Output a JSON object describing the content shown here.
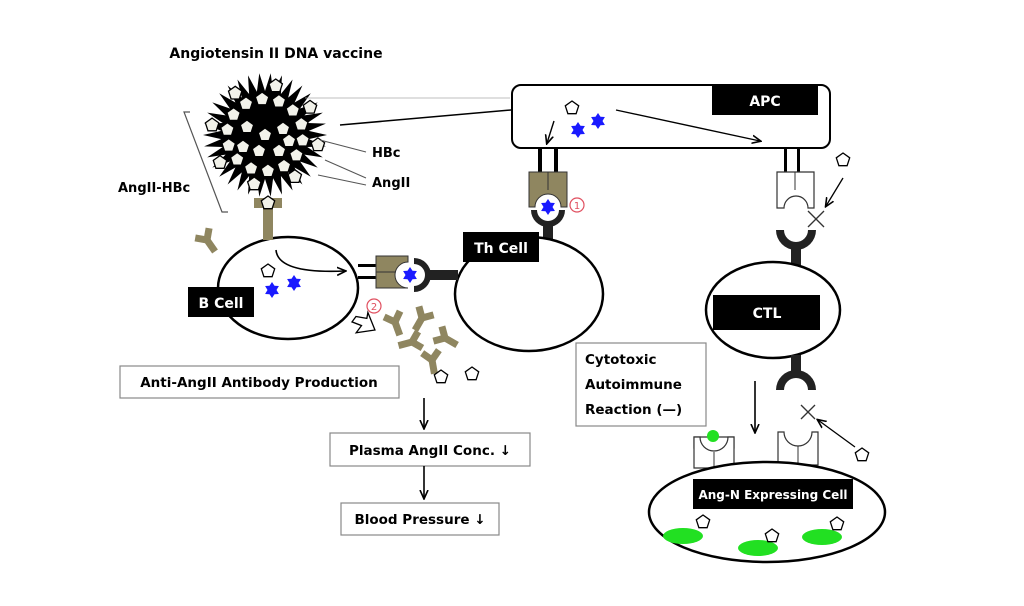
{
  "title": "Angiotensin II DNA vaccine",
  "colors": {
    "antibody": "#8f8660",
    "peptide_blue": "#1a1aff",
    "green": "#22e022",
    "black": "#000000",
    "marker": "#e05060"
  },
  "labels": {
    "hbc": "HBc",
    "angii": "AngII",
    "angii_hbc": "AngII-HBc",
    "apc": "APC",
    "th_cell": "Th Cell",
    "b_cell": "B Cell",
    "ctl": "CTL",
    "ang_n_cell": "Ang-N Expressing Cell",
    "marker_1": "1",
    "marker_2": "2"
  },
  "boxes": {
    "antibody_production": "Anti-AngII Antibody Production",
    "plasma_conc": "Plasma AngII Conc. ↓",
    "blood_pressure": "Blood Pressure ↓",
    "cytotoxic_line1": "Cytotoxic",
    "cytotoxic_line2": "Autoimmune",
    "cytotoxic_line3": "Reaction (—)"
  }
}
